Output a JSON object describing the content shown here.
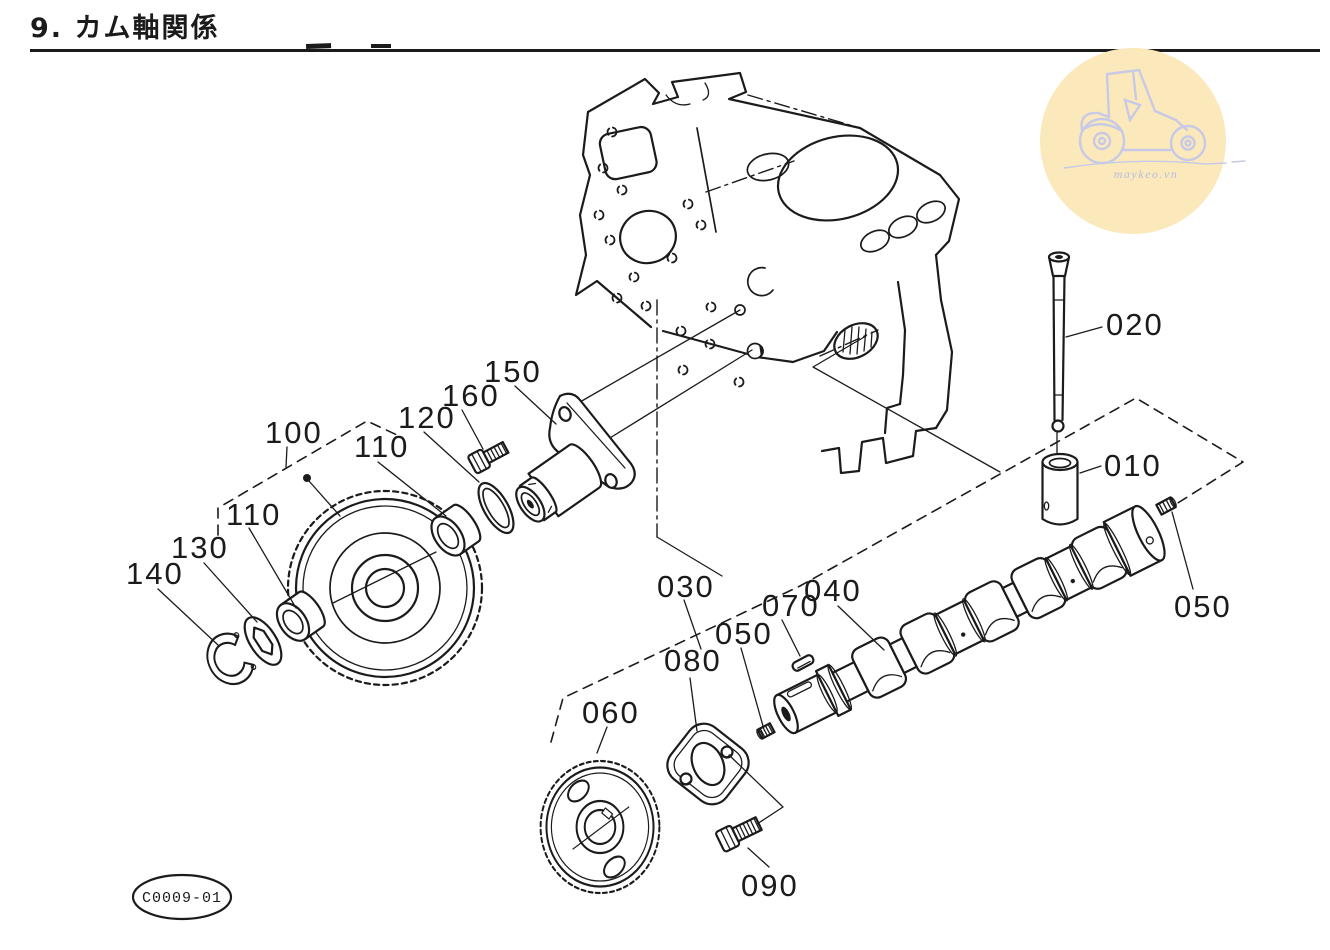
{
  "page": {
    "title": "9. カム軸関係",
    "stamp_code": "C0009-01"
  },
  "watermark": {
    "text": "maykeo.vn"
  },
  "colors": {
    "ink": "#1b1b1b",
    "paper": "#ffffff",
    "watermark_fill": "#fbe9bb",
    "watermark_line": "#c7c9e6",
    "watermark_text": "#b9bcdf"
  },
  "labels": [
    {
      "ref": "150"
    },
    {
      "ref": "160"
    },
    {
      "ref": "120"
    },
    {
      "ref": "110"
    },
    {
      "ref": "100"
    },
    {
      "ref": "110"
    },
    {
      "ref": "130"
    },
    {
      "ref": "140"
    },
    {
      "ref": "020"
    },
    {
      "ref": "010"
    },
    {
      "ref": "050"
    },
    {
      "ref": "030"
    },
    {
      "ref": "070"
    },
    {
      "ref": "040"
    },
    {
      "ref": "050"
    },
    {
      "ref": "080"
    },
    {
      "ref": "060"
    },
    {
      "ref": "090"
    }
  ]
}
